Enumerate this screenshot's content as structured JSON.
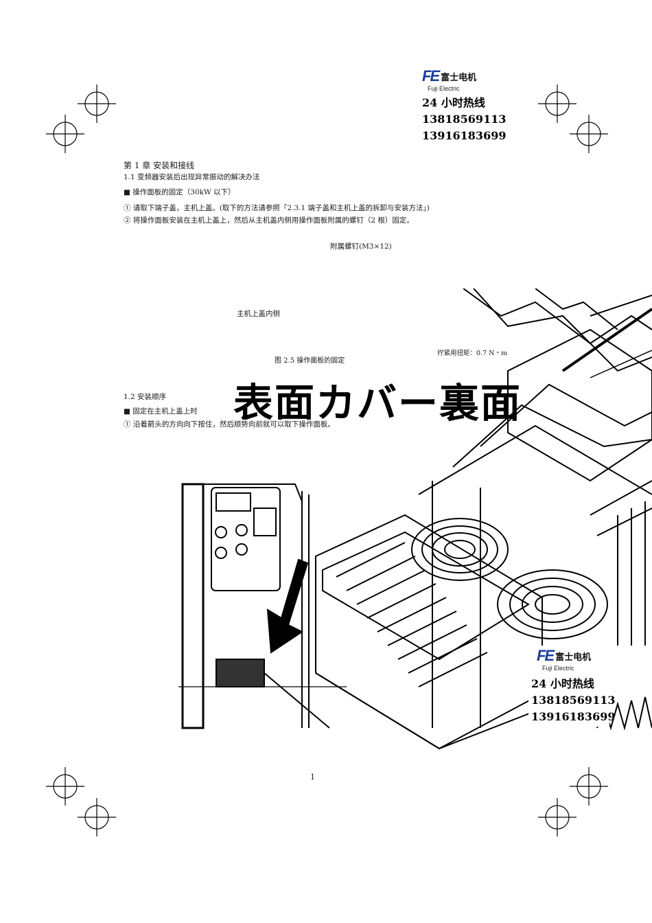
{
  "logo": {
    "mark": "FE",
    "brand_cn": "富士电机",
    "brand_en": "Fuji Electric",
    "hotline_label": "24 小时热线",
    "phone1": "13818569113",
    "phone2": "13916183699"
  },
  "chapter_title": "第 1 章  安装和接线",
  "section_1_1": "1.1 变频器安装后出现异常振动的解决办法",
  "bullet_1": "■  操作面板的固定（30kW 以下）",
  "step_1": "①  请取下端子盖，主机上盖。(取下的方法请参照「2.3.1 端子盖和主机上盖的拆卸与安装方法」)",
  "step_2": "②  将操作面板安装在主机上盖上，然后从主机盖内侧用操作面板附属的螺钉（2 根）固定。",
  "label_screw": "附属螺钉(M3×12)",
  "label_inner": "主机上盖内侧",
  "label_torque": "拧紧用扭矩：0.7 N・m",
  "figure_caption": "图 2.5   操作面板的固定",
  "big_jp_text": "表面カバー裏面",
  "section_1_2": "1.2 安装顺序",
  "bullet_2": "■  固定在主机上盖上时",
  "step_3": "①  沿着箭头的方向向下按住，然后顺势向前就可以取下操作面板。",
  "page_number": "1"
}
